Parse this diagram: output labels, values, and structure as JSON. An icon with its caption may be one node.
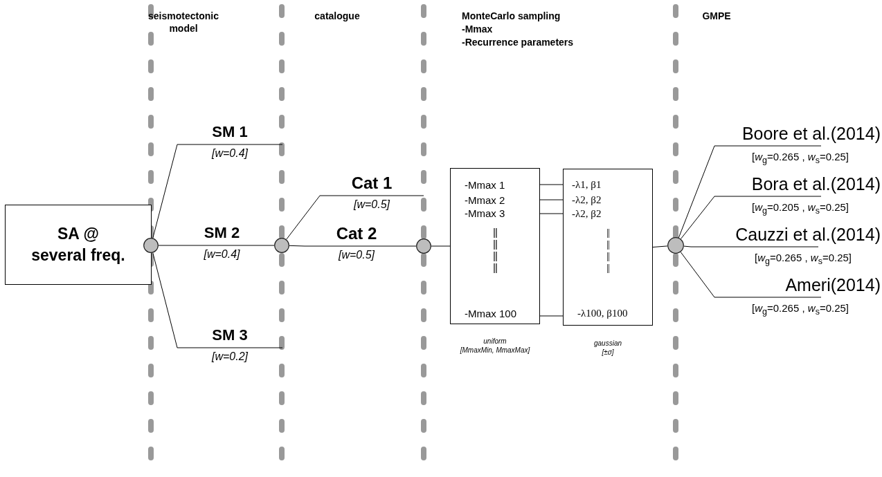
{
  "diagram": {
    "nodes": [
      {
        "text": [
          "SA @ several freq."
        ]
      },
      {
        "text": [],
        "shape": "circle"
      },
      {
        "text": [
          "SM 1",
          "[w=0.4]"
        ]
      },
      {
        "text": [
          "SM 2",
          "[w=0.4]"
        ]
      },
      {
        "text": [
          "SM 3",
          "[w=0.2]"
        ]
      },
      {
        "text": [],
        "shape": "circle"
      },
      {
        "text": [
          "Cat 1",
          "[w=0.5]"
        ]
      },
      {
        "text": [
          "Cat 2",
          "[w=0.5]"
        ]
      },
      {
        "text": [],
        "shape": "circle"
      },
      {
        "text": [
          "-Mmax 1",
          "-Mmax 2",
          "-Mmax 3",
          "||",
          "||",
          "||",
          "||",
          "-Mmax 100"
        ],
        "beside": [
          "uniform",
          "[MmaxMin, MmaxMax]"
        ]
      },
      {
        "text": [
          "-λ1, β1",
          "-λ2, β2",
          "-λ2, β2",
          "||",
          "||",
          "||",
          "||",
          "-λ100, β100"
        ],
        "beside": [
          "gaussian",
          "[±σ]"
        ]
      },
      {
        "text": [],
        "shape": "circle"
      },
      {
        "text": [
          "Boore et al.(2014)",
          "[*w*$_{g}$=0.265 , *w*$_{s}$=0.25]"
        ]
      },
      {
        "text": [
          "Bora et al.(2014)",
          "[*w*$_{g}$=0.205 , *w*$_{s}$=0.25]"
        ]
      },
      {
        "text": [
          "Cauzzi et al.(2014)",
          "[*w*$_{g}$=0.265 , *w*$_{s}$=0.25]"
        ]
      },
      {
        "text": [
          "Ameri(2014)",
          "[*w*$_{g}$=0.265 , *w*$_{s}$=0.25]"
        ]
      }
    ],
    "edges": [
      {
        "from": 1,
        "to": 2,
        "arrow": "none"
      },
      {
        "from": 1,
        "to": 3,
        "arrow": "none"
      },
      {
        "from": 1,
        "to": 4,
        "arrow": "none"
      },
      {
        "from": 3,
        "to": 5,
        "arrow": "none"
      },
      {
        "from": 5,
        "to": 6,
        "arrow": "none"
      },
      {
        "from": 5,
        "to": 7,
        "arrow": "none"
      },
      {
        "from": 7,
        "to": 8,
        "arrow": "none"
      },
      {
        "from": 8,
        "to": 9,
        "arrow": "none"
      },
      {
        "from": 9,
        "to": 10,
        "arrow": "none"
      },
      {
        "from": 9,
        "to": 10,
        "arrow": "none"
      },
      {
        "from": 9,
        "to": 10,
        "arrow": "none"
      },
      {
        "from": 9,
        "to": 10,
        "arrow": "none"
      },
      {
        "from": 10,
        "to": 11,
        "arrow": "none"
      },
      {
        "from": 11,
        "to": 12,
        "arrow": "none"
      },
      {
        "from": 11,
        "to": 13,
        "arrow": "none"
      },
      {
        "from": 11,
        "to": 14,
        "arrow": "none"
      },
      {
        "from": 11,
        "to": 15,
        "arrow": "none"
      }
    ],
    "labels": [
      "seismotectonic model",
      "catalogue",
      "MonteCarlo sampling",
      "-Mmax",
      "-Recurrence parameters",
      "GMPE"
    ]
  }
}
